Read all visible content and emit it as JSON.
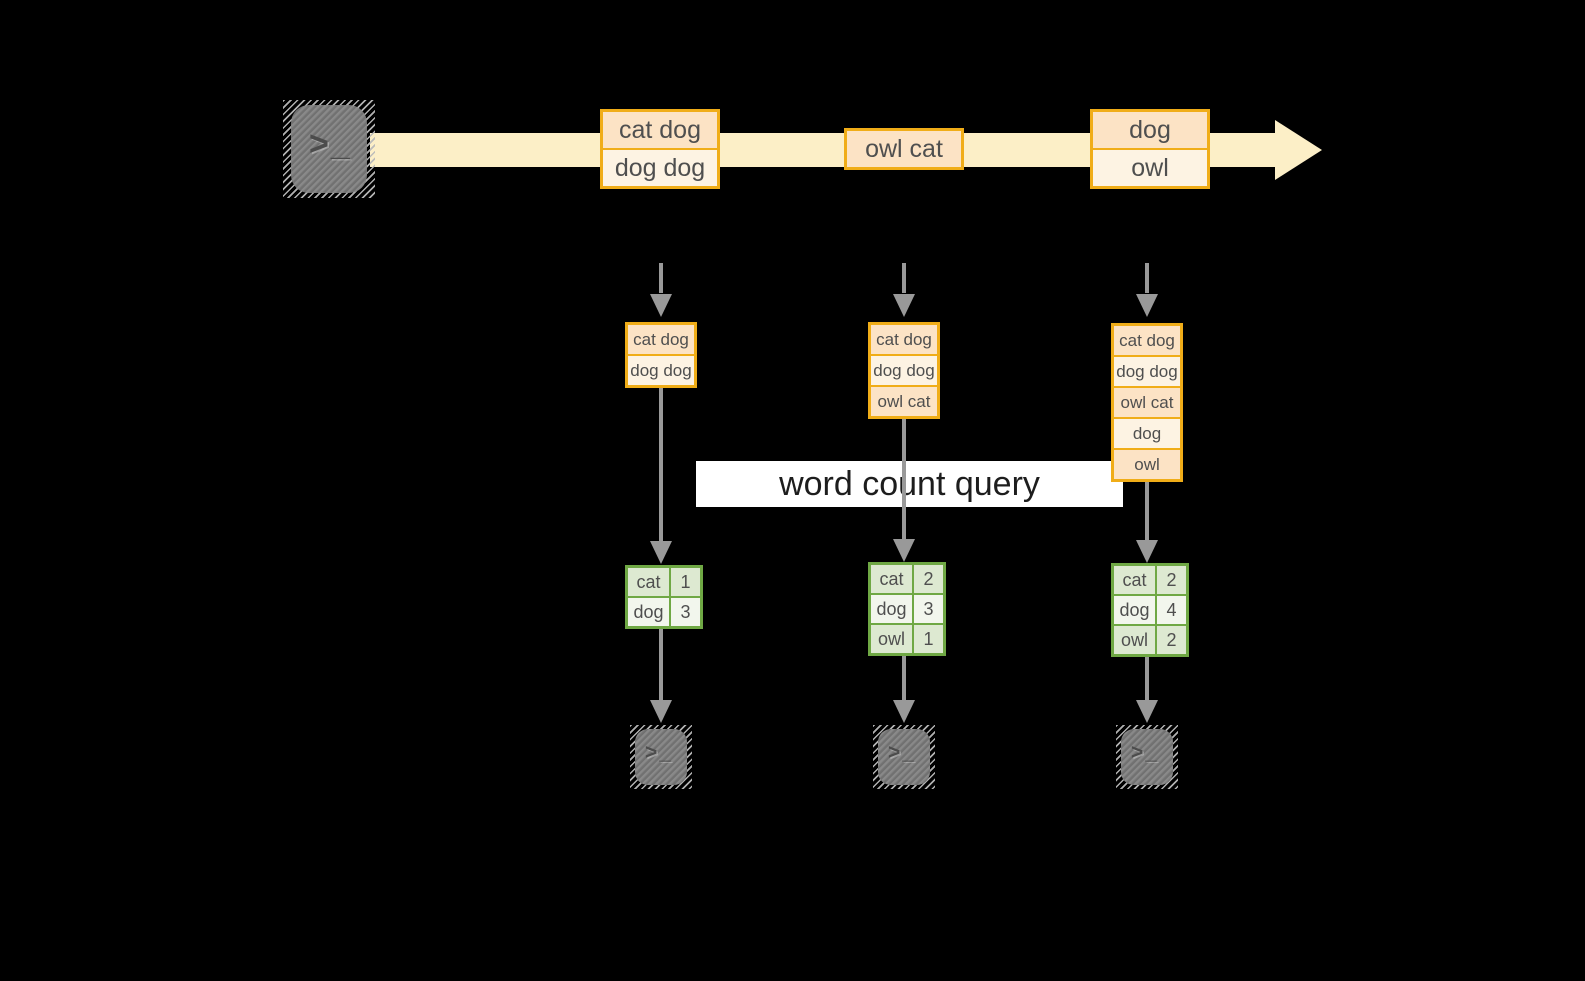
{
  "banner": {
    "label": "word count query"
  },
  "timeline": {
    "source_icon": "terminal-icon",
    "events": [
      {
        "rows": [
          "cat dog",
          "dog dog"
        ]
      },
      {
        "rows": [
          "owl cat"
        ]
      },
      {
        "rows": [
          "dog",
          "owl"
        ]
      }
    ]
  },
  "columns": [
    {
      "buffer": [
        "cat dog",
        "dog dog"
      ],
      "counts": [
        {
          "word": "cat",
          "count": "1"
        },
        {
          "word": "dog",
          "count": "3"
        }
      ]
    },
    {
      "buffer": [
        "cat dog",
        "dog dog",
        "owl cat"
      ],
      "counts": [
        {
          "word": "cat",
          "count": "2"
        },
        {
          "word": "dog",
          "count": "3"
        },
        {
          "word": "owl",
          "count": "1"
        }
      ]
    },
    {
      "buffer": [
        "cat dog",
        "dog dog",
        "owl cat",
        "dog",
        "owl"
      ],
      "counts": [
        {
          "word": "cat",
          "count": "2"
        },
        {
          "word": "dog",
          "count": "4"
        },
        {
          "word": "owl",
          "count": "2"
        }
      ]
    }
  ],
  "icons": {
    "source": "terminal-icon",
    "sinks": [
      "terminal-icon",
      "terminal-icon",
      "terminal-icon"
    ],
    "prompt_glyph": ">",
    "cursor_glyph": "_"
  },
  "colors": {
    "gold": "#f0ad18",
    "peach": "#fce3c5",
    "cream": "#fdf3e3",
    "band": "#fcefc7",
    "green": "#6fa844",
    "green_dark": "#dde9d1",
    "green_light": "#f2f6ed",
    "gray": "#999999",
    "ink": "#4f4f4f",
    "banner_bg": "#ffffff",
    "banner_ink": "#1d1d1d",
    "terminal": "#7c7c7c",
    "background": "#000000"
  }
}
